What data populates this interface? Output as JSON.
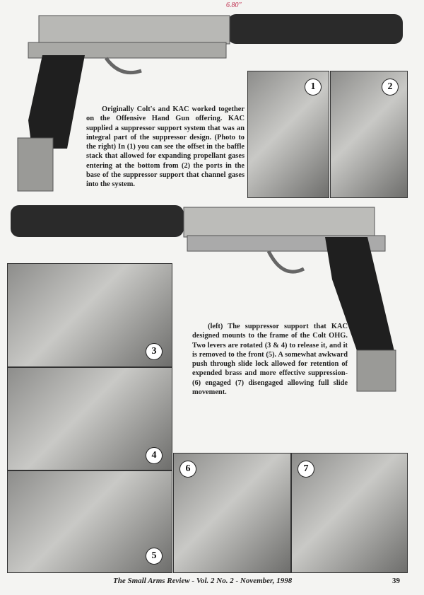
{
  "intro_paragraph": "Originally Colt's and KAC worked together on the Offensive Hand Gun offering. KAC supplied a suppressor support system that was an integral part of the suppressor design. (Photo to the right) In (1) you can see the offset in the baffle stack that allowed for expanding propellant gases entering at the bottom from (2) the ports in the base of the suppressor support that channel gases into the system.",
  "caption_paragraph": "(left) The suppressor support that KAC designed mounts to the frame of the Colt OHG. Two levers are rotated (3 & 4) to release it, and it is removed to the front (5). A somewhat awkward push through slide lock allowed for retention of expended brass and more effective suppression- (6) engaged (7) disengaged allowing full slide movement.",
  "photo_numbers": [
    "1",
    "2",
    "3",
    "4",
    "5",
    "6",
    "7"
  ],
  "footer": {
    "publication": "The Small Arms Review - Vol. 2 No. 2 - November, 1998",
    "page_number": "39"
  },
  "colors": {
    "paper": "#f4f4f2",
    "text": "#222222",
    "steel": "#b9b9b6",
    "grip": "#1e1e1e"
  }
}
